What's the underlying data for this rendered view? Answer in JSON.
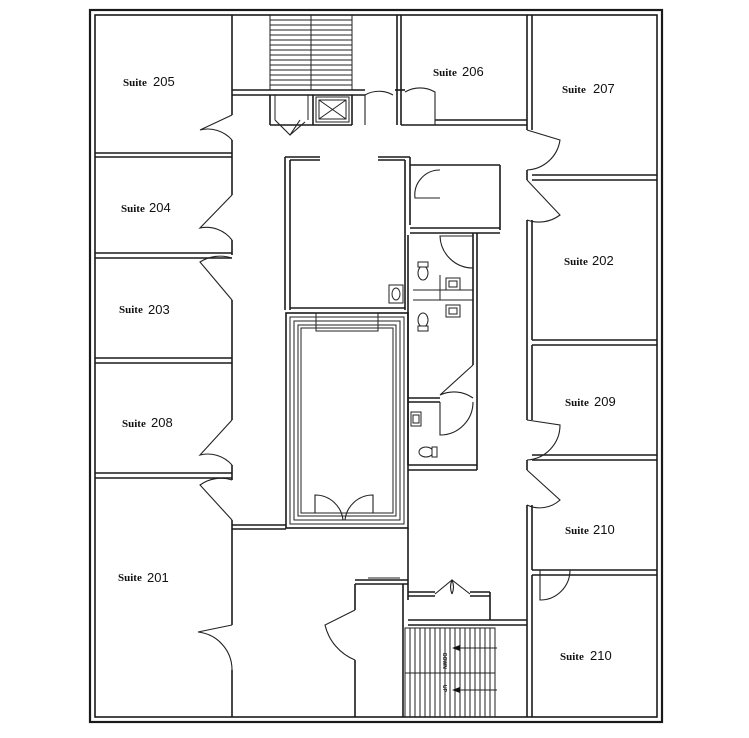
{
  "plan": {
    "suites": [
      {
        "id": "suite-205",
        "prefix": "Suite",
        "number": "205"
      },
      {
        "id": "suite-206",
        "prefix": "Suite",
        "number": "206"
      },
      {
        "id": "suite-207",
        "prefix": "Suite",
        "number": "207"
      },
      {
        "id": "suite-204",
        "prefix": "Suite",
        "number": "204"
      },
      {
        "id": "suite-202",
        "prefix": "Suite",
        "number": "202"
      },
      {
        "id": "suite-203",
        "prefix": "Suite",
        "number": "203"
      },
      {
        "id": "suite-209",
        "prefix": "Suite",
        "number": "209"
      },
      {
        "id": "suite-208",
        "prefix": "Suite",
        "number": "208"
      },
      {
        "id": "suite-210a",
        "prefix": "Suite",
        "number": "210"
      },
      {
        "id": "suite-201",
        "prefix": "Suite",
        "number": "201"
      },
      {
        "id": "suite-210b",
        "prefix": "Suite",
        "number": "210"
      }
    ],
    "stairs": {
      "down_label": "DOWN",
      "up_label": "UP"
    }
  }
}
